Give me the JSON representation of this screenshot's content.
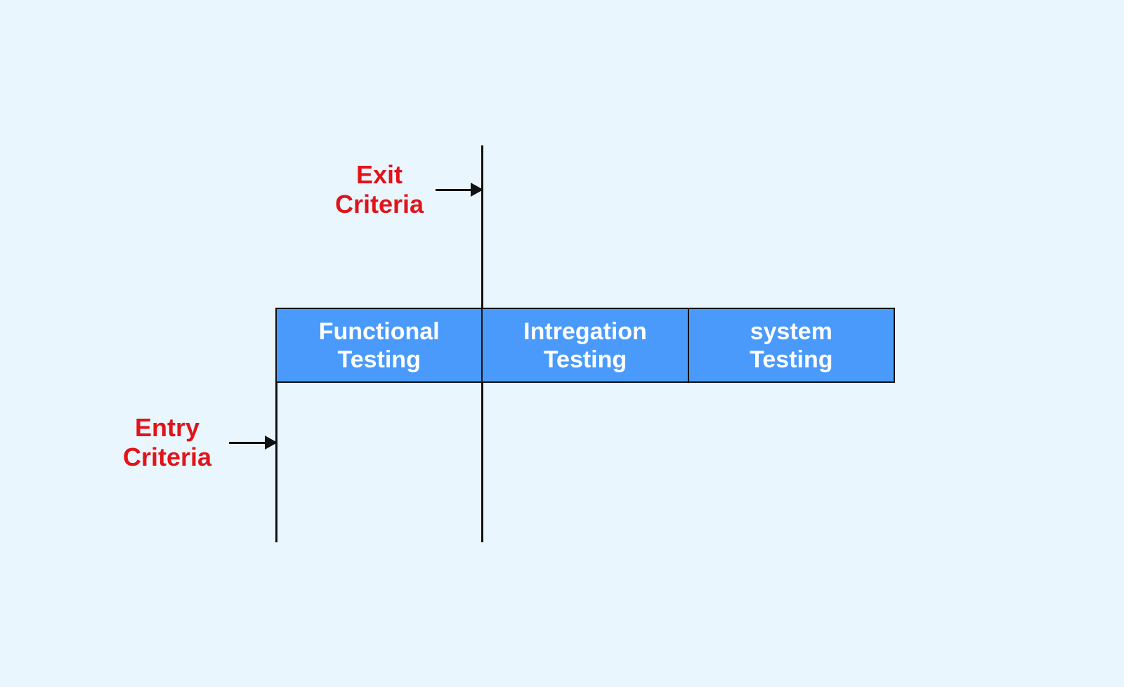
{
  "diagram": {
    "exit_label": {
      "line1": "Exit",
      "line2": "Criteria"
    },
    "entry_label": {
      "line1": "Entry",
      "line2": "Criteria"
    },
    "stages": [
      {
        "line1": "Functional",
        "line2": "Testing"
      },
      {
        "line1": "Intregation",
        "line2": "Testing"
      },
      {
        "line1": "system",
        "line2": "Testing"
      }
    ],
    "colors": {
      "background": "#eaf6fe",
      "stage_fill": "#4a9afc",
      "label_red": "#e0141a",
      "line": "#111111"
    }
  }
}
